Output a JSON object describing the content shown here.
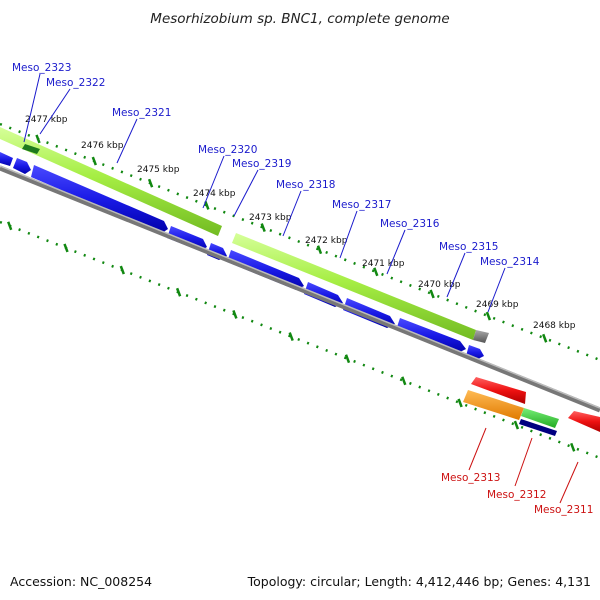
{
  "title": "Mesorhizobium sp. BNC1, complete genome",
  "footer": {
    "accession": "Accession: NC_008254",
    "summary": "Topology: circular; Length: 4,412,446 bp; Genes: 4,131"
  },
  "colors": {
    "forward_cds": "#1a1ae6",
    "reverse_cds": "#ee1111",
    "forward_gene": "#99ee33",
    "forward_label": "#1a1acc",
    "reverse_label": "#cc1111",
    "tick_green": "#118811",
    "backbone": "#888888",
    "rrna_orange": "#ff9922",
    "ncrna_green": "#33cc33",
    "navy": "#000080",
    "gray_box": "#808080"
  },
  "kbp_ticks": [
    "2477 kbp",
    "2476 kbp",
    "2475 kbp",
    "2474 kbp",
    "2473 kbp",
    "2472 kbp",
    "2471 kbp",
    "2470 kbp",
    "2469 kbp",
    "2468 kbp"
  ],
  "forward_genes": [
    "Meso_2323",
    "Meso_2322",
    "Meso_2321",
    "Meso_2320",
    "Meso_2319",
    "Meso_2318",
    "Meso_2317",
    "Meso_2316",
    "Meso_2315",
    "Meso_2314"
  ],
  "reverse_genes": [
    "Meso_2313",
    "Meso_2312",
    "Meso_2311"
  ]
}
